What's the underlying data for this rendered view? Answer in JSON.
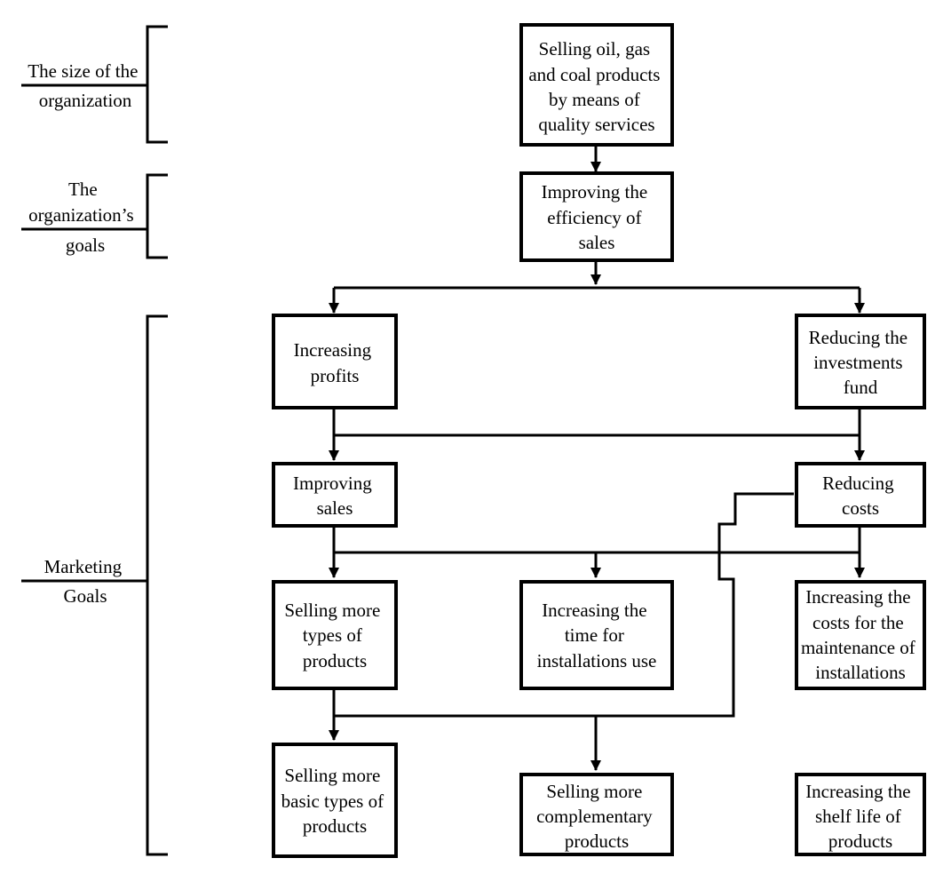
{
  "side_labels": {
    "size_of_organization": [
      "The size of the",
      "organization"
    ],
    "organization_goals": [
      "The",
      "organization’s",
      "goals"
    ],
    "marketing_goals": [
      "Marketing",
      "Goals"
    ]
  },
  "nodes": {
    "selling_oil_gas_coal": [
      "Selling oil, gas",
      "and coal products",
      "by means of",
      "quality services"
    ],
    "improving_efficiency": [
      "Improving the",
      "efficiency of",
      "sales"
    ],
    "increasing_profits": [
      "Increasing",
      "profits"
    ],
    "reducing_investments": [
      "Reducing the",
      "investments",
      "fund"
    ],
    "improving_sales": [
      "Improving",
      "sales"
    ],
    "reducing_costs": [
      "Reducing",
      "costs"
    ],
    "selling_more_types": [
      "Selling more",
      "types of",
      "products"
    ],
    "increasing_time_installations": [
      "Increasing the",
      "time for",
      "installations use"
    ],
    "increasing_costs_maintenance": [
      "Increasing the",
      "costs for the",
      "maintenance of",
      "installations"
    ],
    "selling_more_basic": [
      "Selling more",
      "basic types of",
      "products"
    ],
    "selling_more_complementary": [
      "Selling more",
      "complementary",
      "products"
    ],
    "increasing_shelf_life": [
      "Increasing the",
      "shelf life of",
      "products"
    ]
  }
}
